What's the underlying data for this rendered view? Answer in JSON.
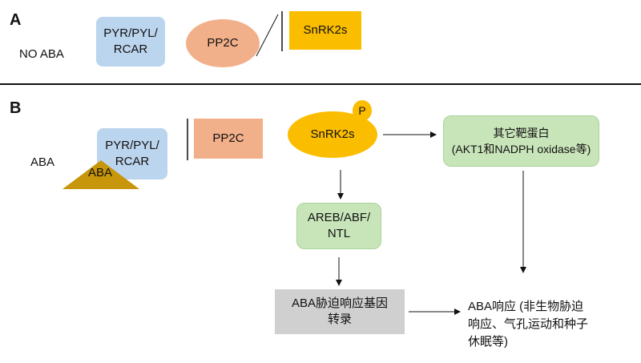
{
  "panel_a": {
    "label": "A",
    "condition": "NO ABA",
    "receptor": "PYR/PYL/\nRCAR",
    "phosphatase": "PP2C",
    "kinase": "SnRK2s"
  },
  "panel_b": {
    "label": "B",
    "ligand_outside": "ABA",
    "ligand_bound": "ABA",
    "receptor": "PYR/PYL/\nRCAR",
    "phosphatase": "PP2C",
    "kinase": "SnRK2s",
    "phospho": "P",
    "other_targets": "其它靶蛋白\n(AKT1和NADPH oxidase等)",
    "tf": "AREB/ABF/\nNTL",
    "transcription": "ABA胁迫响应基因\n转录",
    "response": "ABA响应 (非生物胁迫\n响应、气孔运动和种子\n休眠等)"
  },
  "colors": {
    "receptor": "#bcd5ee",
    "pp2c": "#f2b08a",
    "snrk2": "#fbbd00",
    "green_box": "#c8e5b9",
    "gray_box": "#d0d0d0",
    "aba_triangle": "#c8960a"
  }
}
